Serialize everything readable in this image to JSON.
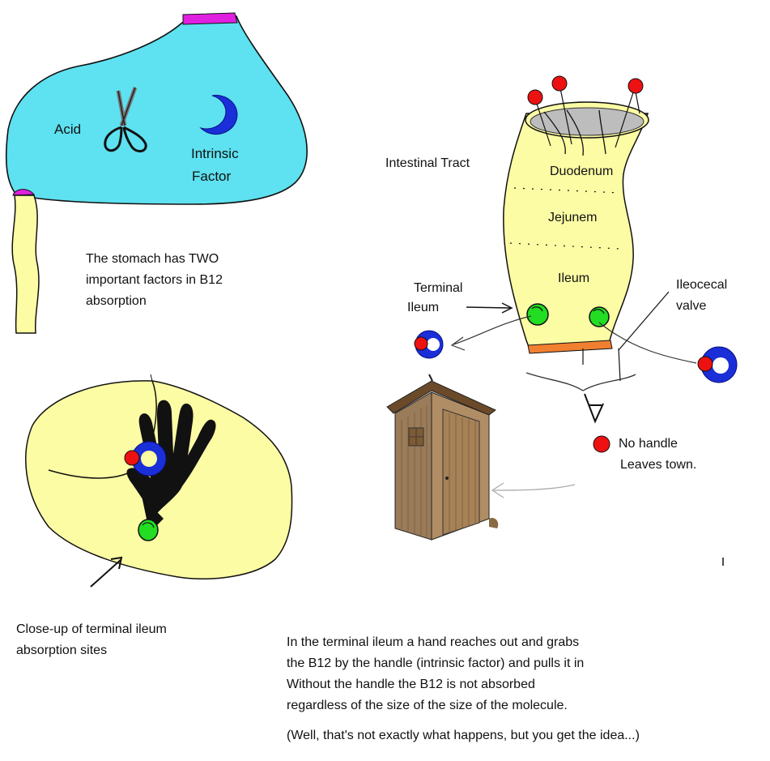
{
  "colors": {
    "stomach": "#5ee1f0",
    "intestine": "#fcfca4",
    "pylorus": "#e020e0",
    "b12_red": "#ee1111",
    "intrinsic_factor_blue": "#1a2fd8",
    "receptor_green": "#22dd22",
    "valve_orange": "#f08030",
    "hand": "#111111"
  },
  "icons": [
    "scissors-icon",
    "outhouse-icon",
    "hand-icon",
    "intrinsic-factor-icon",
    "b12-molecule-icon"
  ],
  "stomach": {
    "acid_label": "Acid",
    "intrinsic_label_1": "Intrinsic",
    "intrinsic_label_2": "Factor",
    "caption": [
      "The stomach has TWO",
      "important factors in B12",
      "absorption"
    ]
  },
  "intestine": {
    "title": "Intestinal Tract",
    "duodenum": "Duodenum",
    "jejunem": "Jejunem",
    "ileum": "Ileum",
    "terminal_1": "Terminal",
    "terminal_2": "Ileum",
    "ileocecal_1": "Ileocecal",
    "ileocecal_2": "valve",
    "no_handle_1": "No handle",
    "no_handle_2": "Leaves town."
  },
  "closeup": {
    "caption": [
      "Close-up of terminal ileum",
      "absorption sites"
    ]
  },
  "explanation": {
    "lines": [
      "In the terminal ileum a hand reaches out and grabs",
      "the B12 by the handle (intrinsic factor) and pulls it in",
      "Without the handle the B12 is not absorbed",
      "regardless of the size of the size of the molecule."
    ],
    "footnote": "(Well, that's not exactly what happens, but you get the idea...)"
  }
}
